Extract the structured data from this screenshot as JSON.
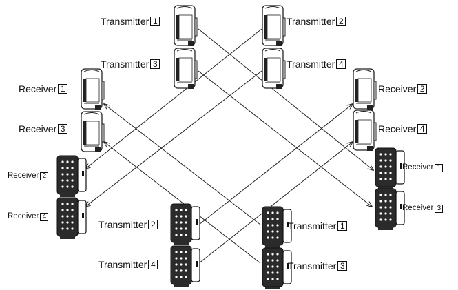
{
  "word_transmitter": "Transmitter",
  "word_receiver": "Receiver",
  "colors": {
    "line": "#222222",
    "housing_light": "#ffffff",
    "housing_dark": "#2b2b2b"
  },
  "labels": {
    "t1_top": "1",
    "t2_top": "2",
    "t3_top": "3",
    "t4_top": "4",
    "r1_left": "1",
    "r3_left": "3",
    "r2_right": "2",
    "r4_right": "4",
    "r2_left_low": "2",
    "r4_left_low": "4",
    "r1_right_low": "1",
    "r3_right_low": "3",
    "t2_bottom": "2",
    "t4_bottom": "4",
    "t1_bottom": "1",
    "t3_bottom": "3"
  }
}
